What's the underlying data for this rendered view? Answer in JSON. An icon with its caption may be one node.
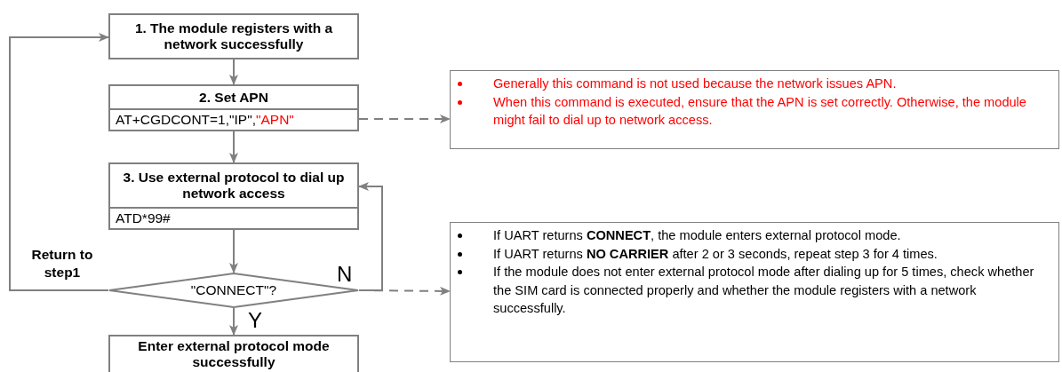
{
  "diagram": {
    "nodes": [
      {
        "text": [
          "1. The module registers with a network successfully"
        ]
      },
      {
        "text": [
          "2. Set APN",
          "AT+CGDCONT=1,\"IP\",\"APN\""
        ]
      },
      {
        "text": [
          "3. Use external protocol to dial up network access",
          "ATD*99#"
        ]
      },
      {
        "text": [
          "\"CONNECT\"?"
        ]
      },
      {
        "text": [
          "Enter external protocol mode successfully"
        ]
      },
      {
        "text": [
          "Generally this command is not used because the network issues APN.",
          "When this command is executed, ensure that the APN is set correctly. Otherwise, the module might fail to dial up to network access."
        ]
      },
      {
        "text": [
          "If UART returns **CONNECT**, the module enters external protocol mode.",
          "If UART returns **NO CARRIER** after 2 or 3 seconds, repeat step 3 for 4 times.",
          "If the module does not enter external protocol mode after dialing up for 5 times, check whether the SIM card is connected properly and whether the module registers with a network successfully."
        ]
      }
    ],
    "edges": [
      {
        "from": 0,
        "to": 1,
        "arrow": "to"
      },
      {
        "from": 1,
        "to": 2,
        "arrow": "to"
      },
      {
        "from": 2,
        "to": 3,
        "arrow": "to"
      },
      {
        "from": 3,
        "to": 4,
        "arrow": "to",
        "label": "Y"
      },
      {
        "from": 3,
        "to": 2,
        "arrow": "to",
        "label": "N"
      },
      {
        "from": 3,
        "to": 0,
        "arrow": "to",
        "label": "Return to step1"
      },
      {
        "from": 1,
        "to": 5,
        "arrow": "to",
        "style": "dashed"
      },
      {
        "from": 3,
        "to": 6,
        "arrow": "to",
        "style": "dashed"
      }
    ]
  }
}
